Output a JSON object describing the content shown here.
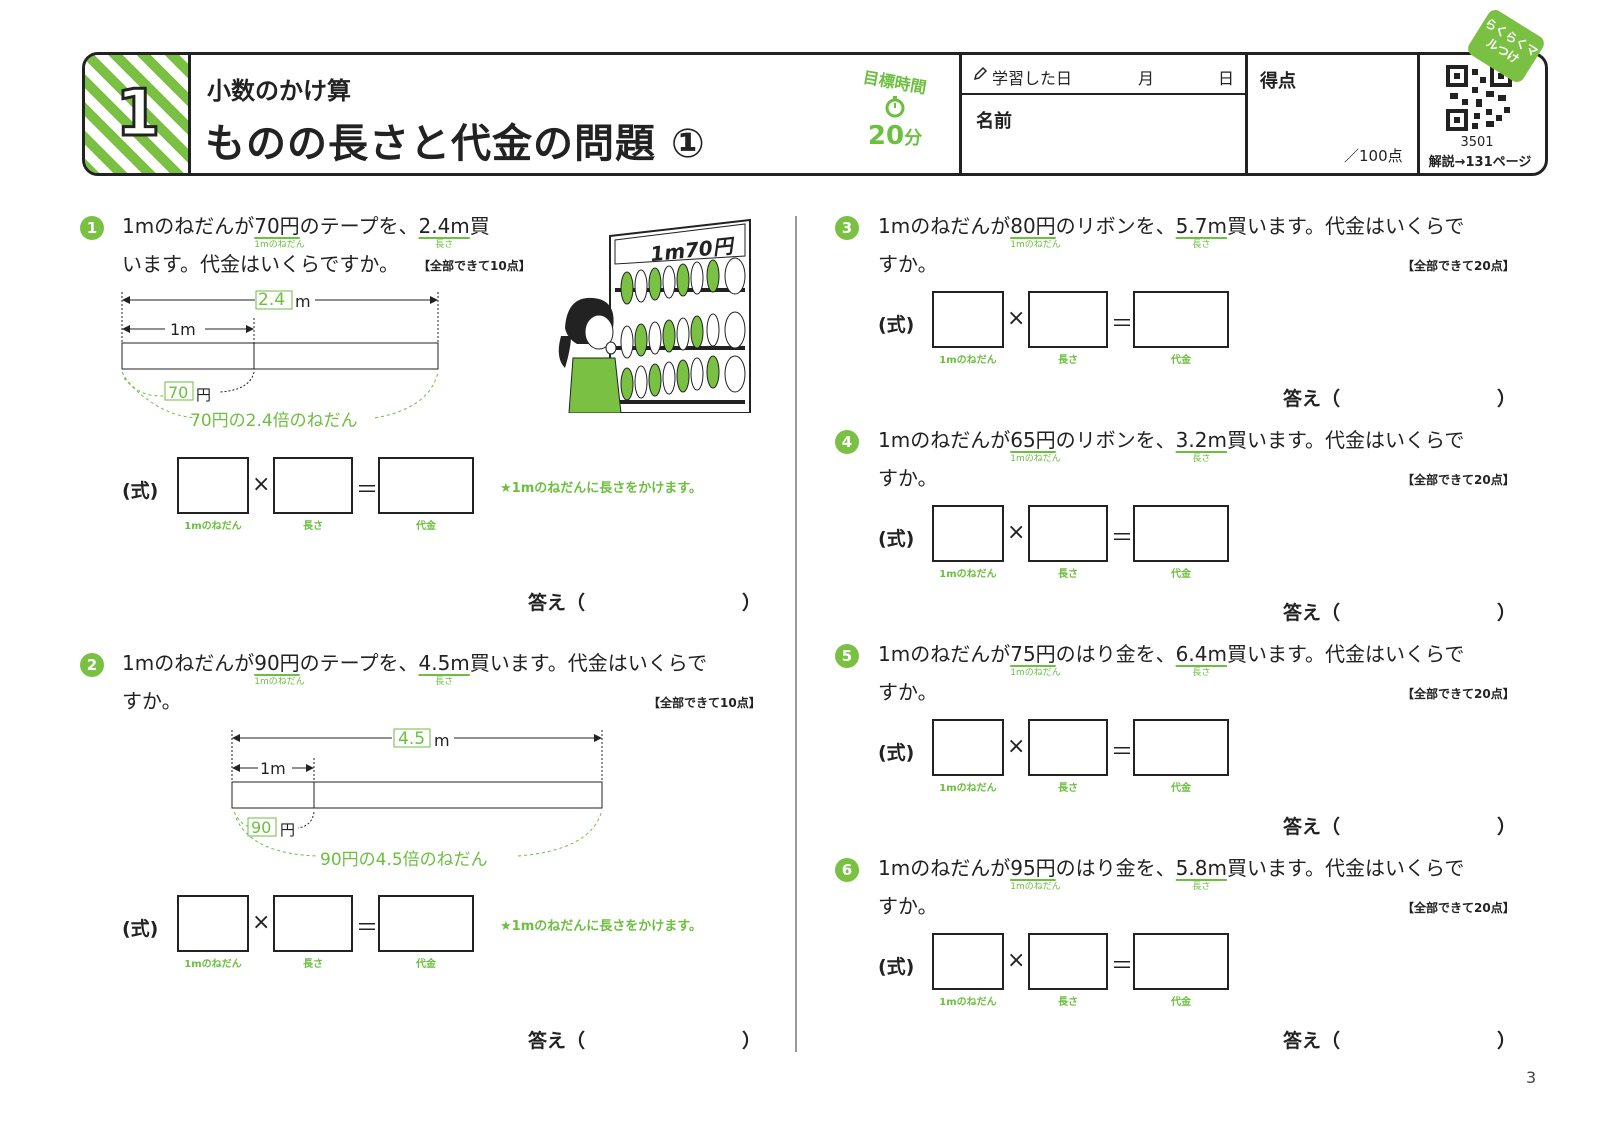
{
  "header": {
    "number": "1",
    "subtitle": "小数のかけ算",
    "title": "ものの長さと代金の問題 ①",
    "goal_label": "目標時間",
    "goal_value": "20",
    "goal_unit": "分",
    "date_label": "学習した日",
    "month_label": "月",
    "day_label": "日",
    "name_label": "名前",
    "score_label": "得点",
    "score_total": "／100点",
    "qr_code": "3501",
    "qr_page": "解説→131ページ",
    "badge": "らくらくマルつけ"
  },
  "labels": {
    "shiki": "(式)",
    "answer": "答え（",
    "answer_close": "）",
    "cap_price": "1mのねだん",
    "cap_length": "長さ",
    "cap_total": "代金",
    "times": "×",
    "equals": "＝",
    "hint": "★1mのねだんに長さをかけます。"
  },
  "illustration": {
    "sign": "1m70円"
  },
  "problems": [
    {
      "num": "1",
      "pre": "1mのねだんが",
      "price": "70円",
      "mid": "のテープを、",
      "length": "2.4m",
      "post": "買",
      "line2": "います。代金はいくらですか。",
      "points": "【全部できて10点】",
      "diagram": {
        "total_len": "2.4",
        "unit": "m",
        "one_m": "1m",
        "price": "70",
        "yen": "円",
        "note": "70円の2.4倍のねだん"
      }
    },
    {
      "num": "2",
      "pre": "1mのねだんが",
      "price": "90円",
      "mid": "のテープを、",
      "length": "4.5m",
      "post": "買います。代金はいくらで",
      "line2": "すか。",
      "points": "【全部できて10点】",
      "diagram": {
        "total_len": "4.5",
        "unit": "m",
        "one_m": "1m",
        "price": "90",
        "yen": "円",
        "note": "90円の4.5倍のねだん"
      }
    },
    {
      "num": "3",
      "pre": "1mのねだんが",
      "price": "80円",
      "mid": "のリボンを、",
      "length": "5.7m",
      "post": "買います。代金はいくらで",
      "line2": "すか。",
      "points": "【全部できて20点】"
    },
    {
      "num": "4",
      "pre": "1mのねだんが",
      "price": "65円",
      "mid": "のリボンを、",
      "length": "3.2m",
      "post": "買います。代金はいくらで",
      "line2": "すか。",
      "points": "【全部できて20点】"
    },
    {
      "num": "5",
      "pre": "1mのねだんが",
      "price": "75円",
      "mid": "のはり金を、",
      "length": "6.4m",
      "post": "買います。代金はいくらで",
      "line2": "すか。",
      "points": "【全部できて20点】"
    },
    {
      "num": "6",
      "pre": "1mのねだんが",
      "price": "95円",
      "mid": "のはり金を、",
      "length": "5.8m",
      "post": "買います。代金はいくらで",
      "line2": "すか。",
      "points": "【全部できて20点】"
    }
  ],
  "page_number": "3"
}
